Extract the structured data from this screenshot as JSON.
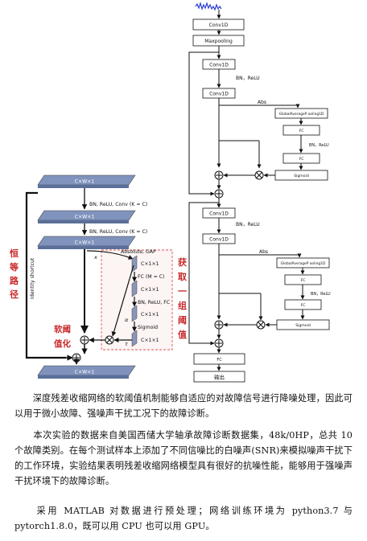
{
  "right_diagram": {
    "conv1d_1": "Conv1D",
    "maxpooling": "Maxpooling",
    "unit1": {
      "conv1d_a": "Conv1D",
      "bn_relu": "BN，ReLU",
      "conv1d_b": "Conv1D",
      "abs": "Abs",
      "gap": "GlobalAverageP ooling1D",
      "fc1": "FC",
      "bn_relu_fc": "BN，ReLU",
      "fc2": "FC",
      "sigmoid": "Sigmoid"
    },
    "unit2": {
      "conv1d_a": "Conv1D",
      "bn_relu": "BN，ReLU",
      "conv1d_b": "Conv1D",
      "abs": "Abs",
      "gap": "GlobalAverageP ooling1D",
      "fc1": "FC",
      "bn_relu_fc": "BN，ReLU",
      "fc2": "FC",
      "sigmoid": "Sigmoid"
    },
    "fc_final": "FC",
    "output": "输出"
  },
  "left_diagram": {
    "top_tensor": "C×W×1",
    "bn_relu_conv_1": "BN, ReLU, Conv (K = C)",
    "tensor_2": "C×W×1",
    "bn_relu_conv_2": "BN, ReLU, Conv (K = C)",
    "tensor_3": "C×W×1",
    "absolute_gap": "Absolute, GAP",
    "x_label": "x",
    "slab_1": "C×1×1",
    "fc_label": "FC (M = C)",
    "slab_2": "C×1×1",
    "bn_relu_fc": "BN, ReLU, FC",
    "slab_3": "C×1×1",
    "sigmoid": "Sigmoid",
    "alpha": "α",
    "slab_4": "C×1×1",
    "tau": "τ",
    "bottom_tensor": "C×W×1",
    "identity_shortcut": "Identity shortcut",
    "left_red_label": "恒等路径",
    "soft_threshold_label_1": "软阈",
    "soft_threshold_label_2": "值化",
    "right_red_label": "获取一组阈值"
  },
  "text": {
    "p1": "　　深度残差收缩网络的软阈值机制能够自适应的对故障信号进行降噪处理，因此可以用于微小故障、强噪声干扰工况下的故障诊断。",
    "p2": "　　本次实验的数据来自美国西储大学轴承故障诊断数据集，48k/0HP，总共 10 个故障类别。在每个测试样本上添加了不同信噪比的白噪声(SNR)来模拟噪声干扰下的工作环境，实验结果表明残差收缩网络模型具有很好的抗噪性能，能够用于强噪声干扰环境下的故障诊断。",
    "p3": "　　采用 MATLAB 对数据进行预处理；网络训练环境为 python3.7 与 pytorch1.8.0，既可以用 CPU 也可以用 GPU。"
  },
  "colors": {
    "tensor_fill": "#7f93bd",
    "slab_fill": "#8a96b8",
    "red_label": "#c8282a",
    "dashed_box": "#d9534f",
    "signal_blue": "#2a3fd6"
  }
}
